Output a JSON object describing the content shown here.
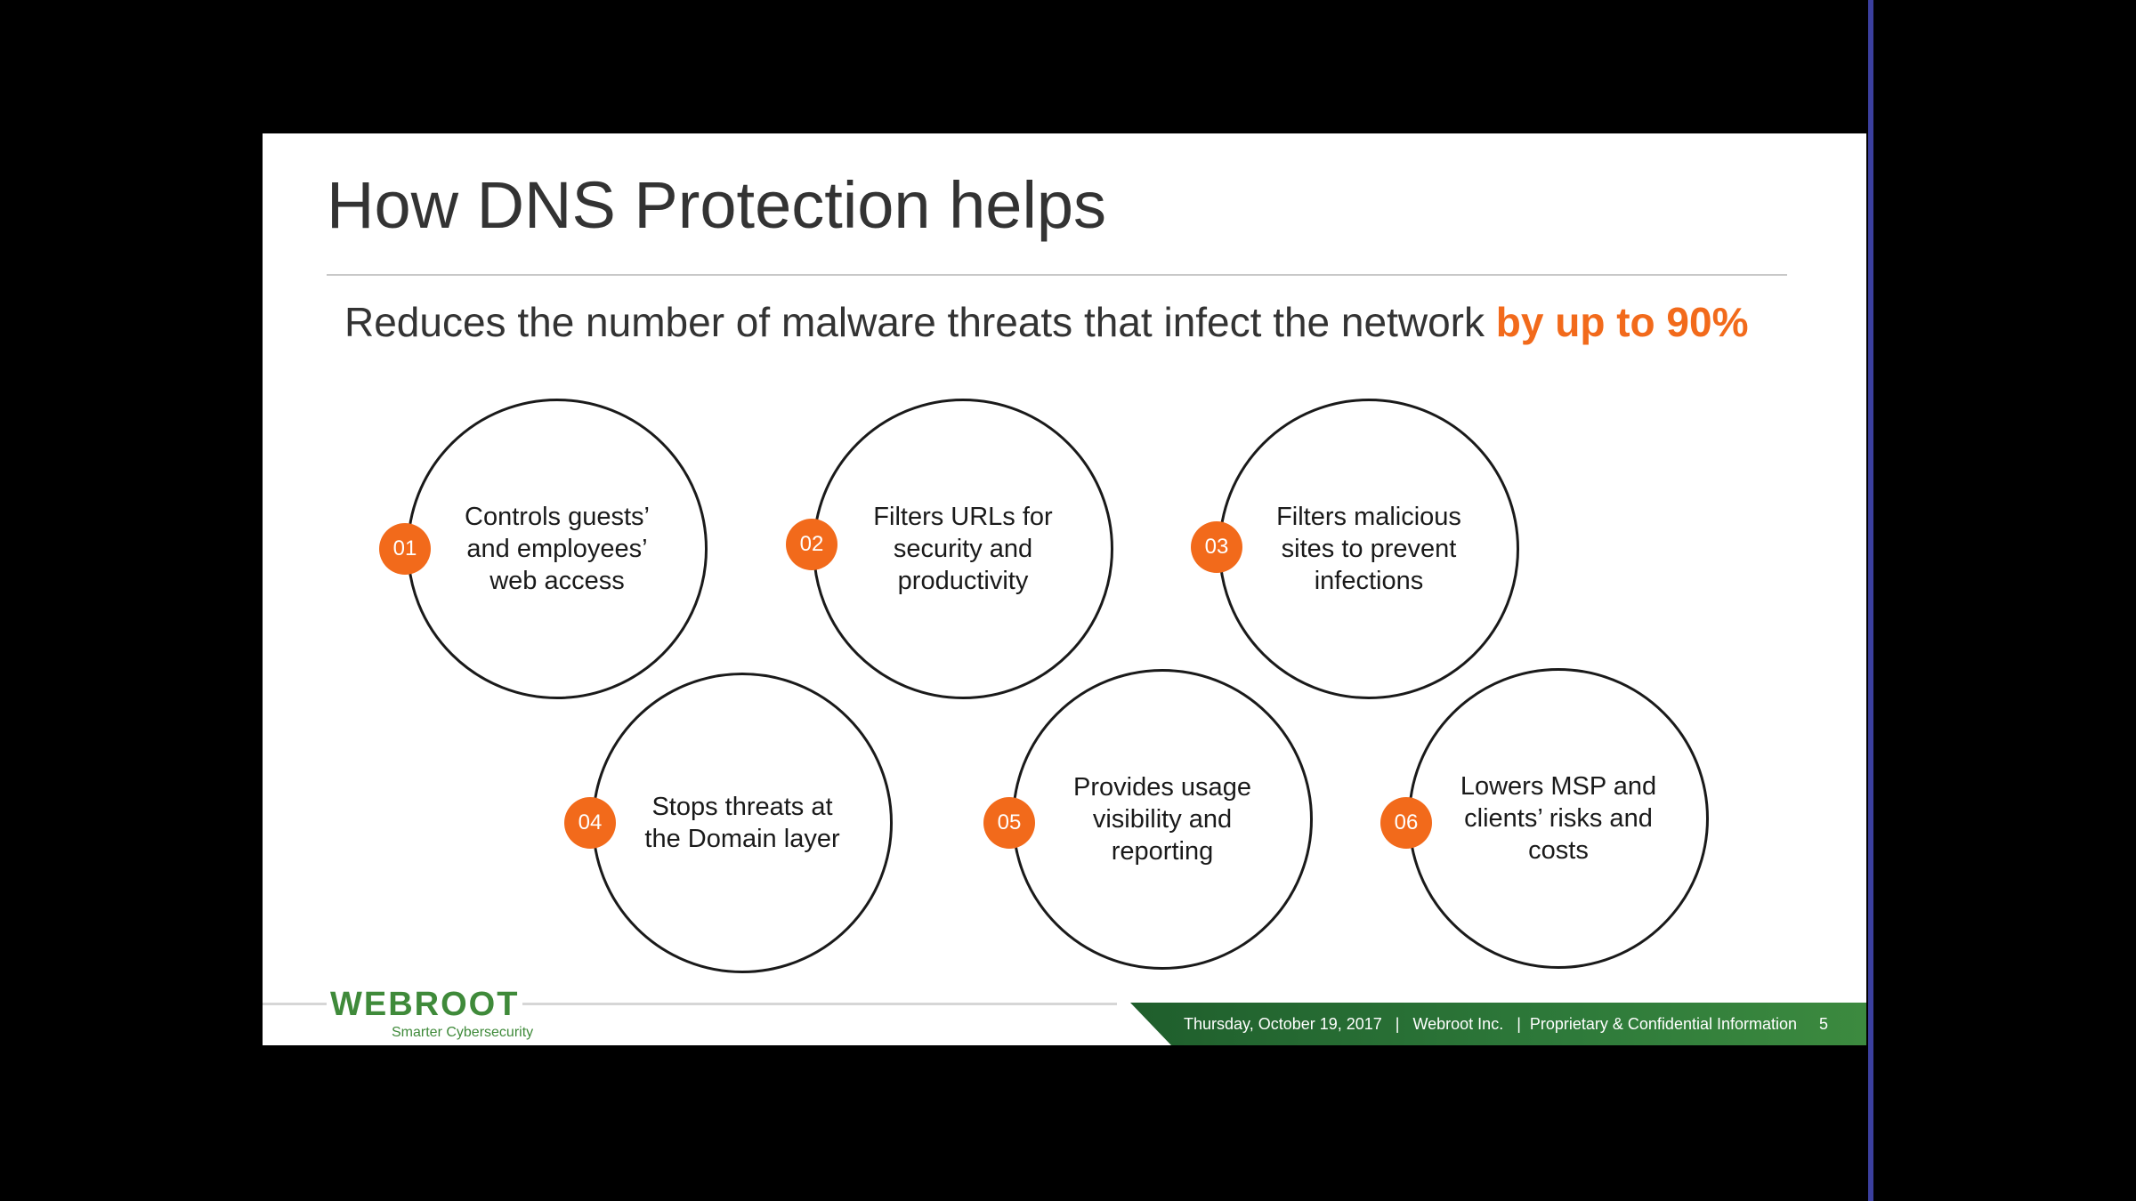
{
  "slide": {
    "title": "How DNS Protection helps",
    "subtitle_main": "Reduces the number of malware threats that infect the network ",
    "subtitle_highlight": "by up to 90%",
    "items": [
      {
        "number": "01",
        "text": "Controls guests’ and employees’ web access"
      },
      {
        "number": "02",
        "text": "Filters URLs for security and productivity"
      },
      {
        "number": "03",
        "text": "Filters malicious sites to prevent infections"
      },
      {
        "number": "04",
        "text": "Stops threats at the Domain layer"
      },
      {
        "number": "05",
        "text": "Provides usage visibility and reporting"
      },
      {
        "number": "06",
        "text": "Lowers MSP and clients’ risks and costs"
      }
    ],
    "footer": {
      "logo": "WEBROOT",
      "tagline": "Smarter Cybersecurity",
      "info": "Thursday, October 19, 2017   |   Webroot Inc.   |  Proprietary & Confidential Information     5"
    }
  },
  "colors": {
    "accent": "#f26a1b",
    "brand_green": "#3f8a3a"
  }
}
